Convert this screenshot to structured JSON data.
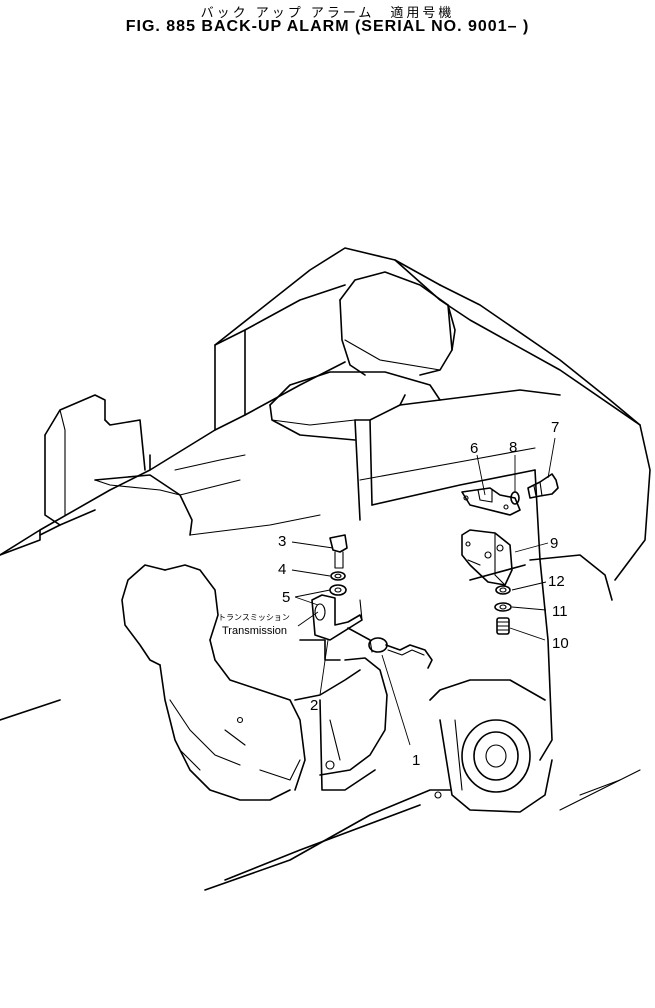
{
  "title": {
    "japanese": "バック アップ アラーム　適用号機",
    "english": "FIG. 885  BACK-UP  ALARM  (SERIAL  NO. 9001– )"
  },
  "callout_label": {
    "japanese": "トランスミッション",
    "english": "Transmission"
  },
  "part_numbers": {
    "p1": "1",
    "p2": "2",
    "p3": "3",
    "p4": "4",
    "p5": "5",
    "p6": "6",
    "p7": "7",
    "p8": "8",
    "p9": "9",
    "p10": "10",
    "p11": "11",
    "p12": "12"
  }
}
